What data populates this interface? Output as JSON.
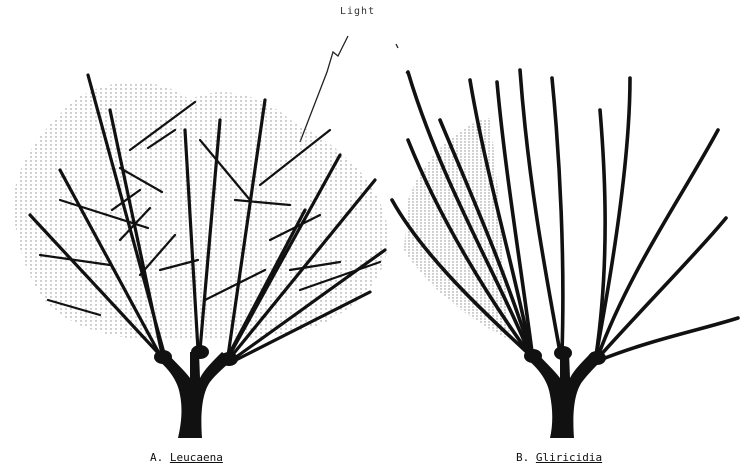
{
  "top_label": "Light",
  "panel_a": {
    "letter": "A.",
    "genus": "Leucaena"
  },
  "panel_b": {
    "letter": "B.",
    "genus": "Gliricidia"
  },
  "colors": {
    "ink": "#111111",
    "stipple": "#9a9a9a"
  }
}
